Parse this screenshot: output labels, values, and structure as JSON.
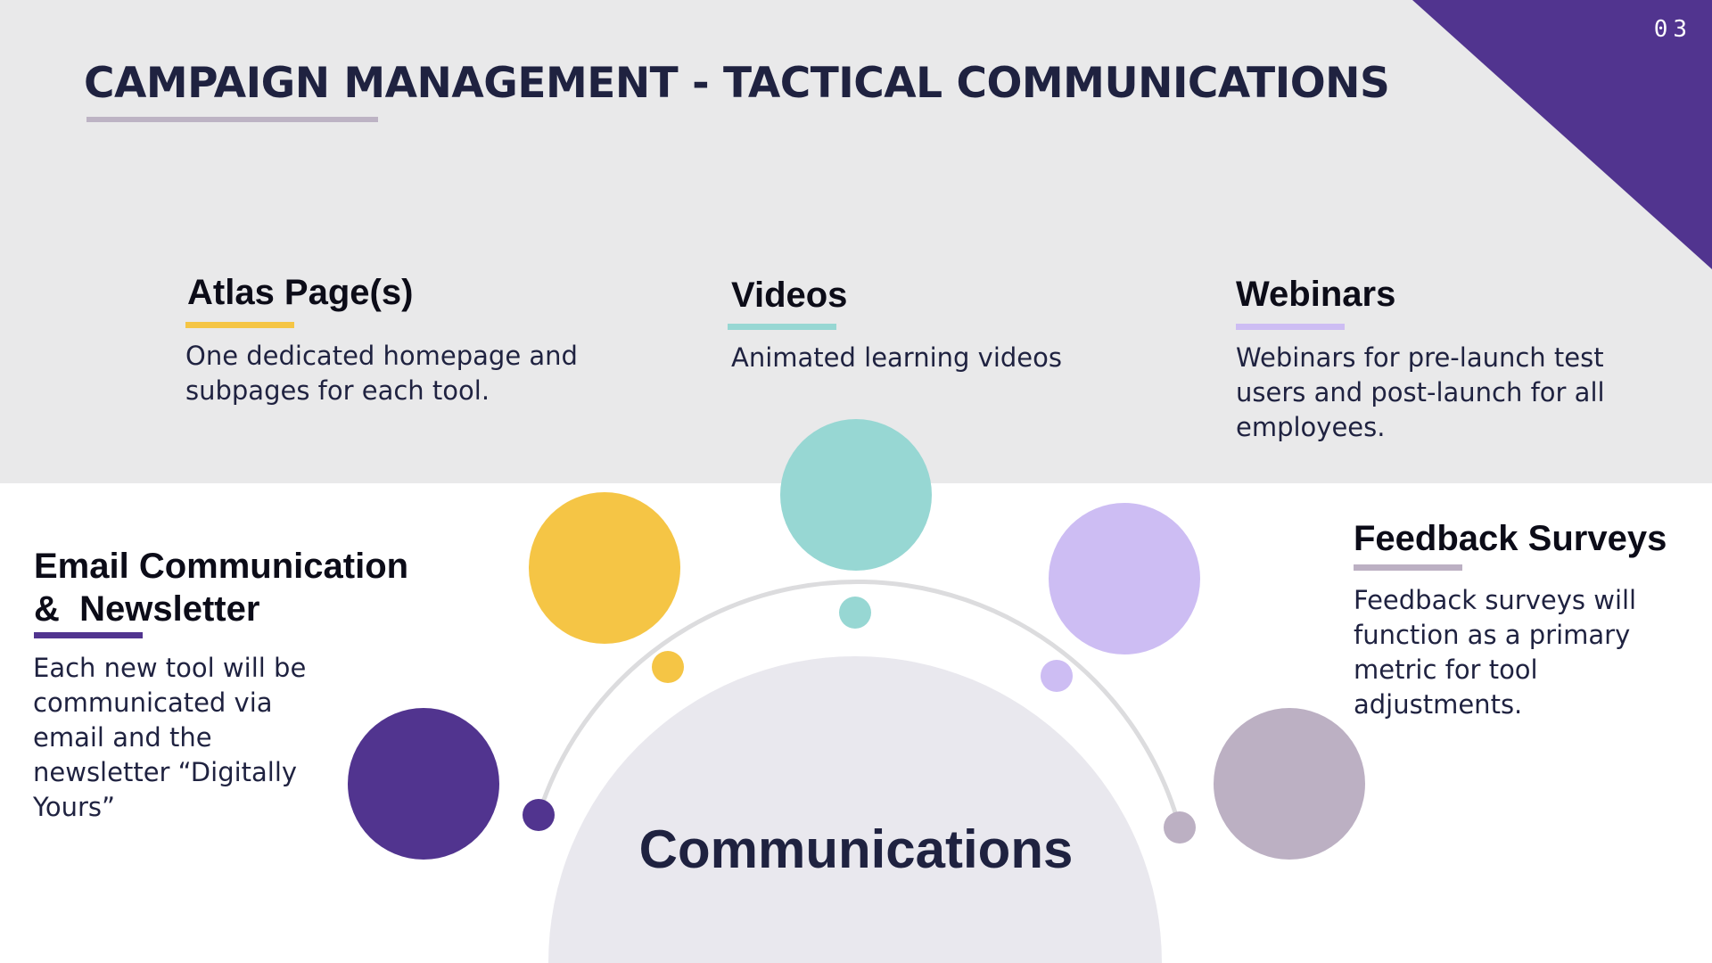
{
  "slide": {
    "title": "CAMPAIGN MANAGEMENT - TACTICAL COMMUNICATIONS",
    "page_number": "03",
    "accent_color": "#51348f"
  },
  "center": {
    "label": "Communications"
  },
  "items": [
    {
      "heading": "Atlas Page(s)",
      "description": "One dedicated homepage and subpages for each tool.",
      "color": "#f5c545"
    },
    {
      "heading": "Videos",
      "description": "Animated learning videos",
      "color": "#97d7d3"
    },
    {
      "heading": "Webinars",
      "description": "Webinars for pre-launch test users and post-launch for all employees.",
      "color": "#cdbdf3"
    },
    {
      "heading_line1": "Email Communication",
      "heading_line2": "&  Newsletter",
      "description": "Each new tool will be communicated via email and the newsletter “Digitally Yours”",
      "color": "#51348f"
    },
    {
      "heading": "Feedback Surveys",
      "description": "Feedback surveys will function as a primary metric for tool adjustments.",
      "color": "#bcb0c3"
    }
  ]
}
